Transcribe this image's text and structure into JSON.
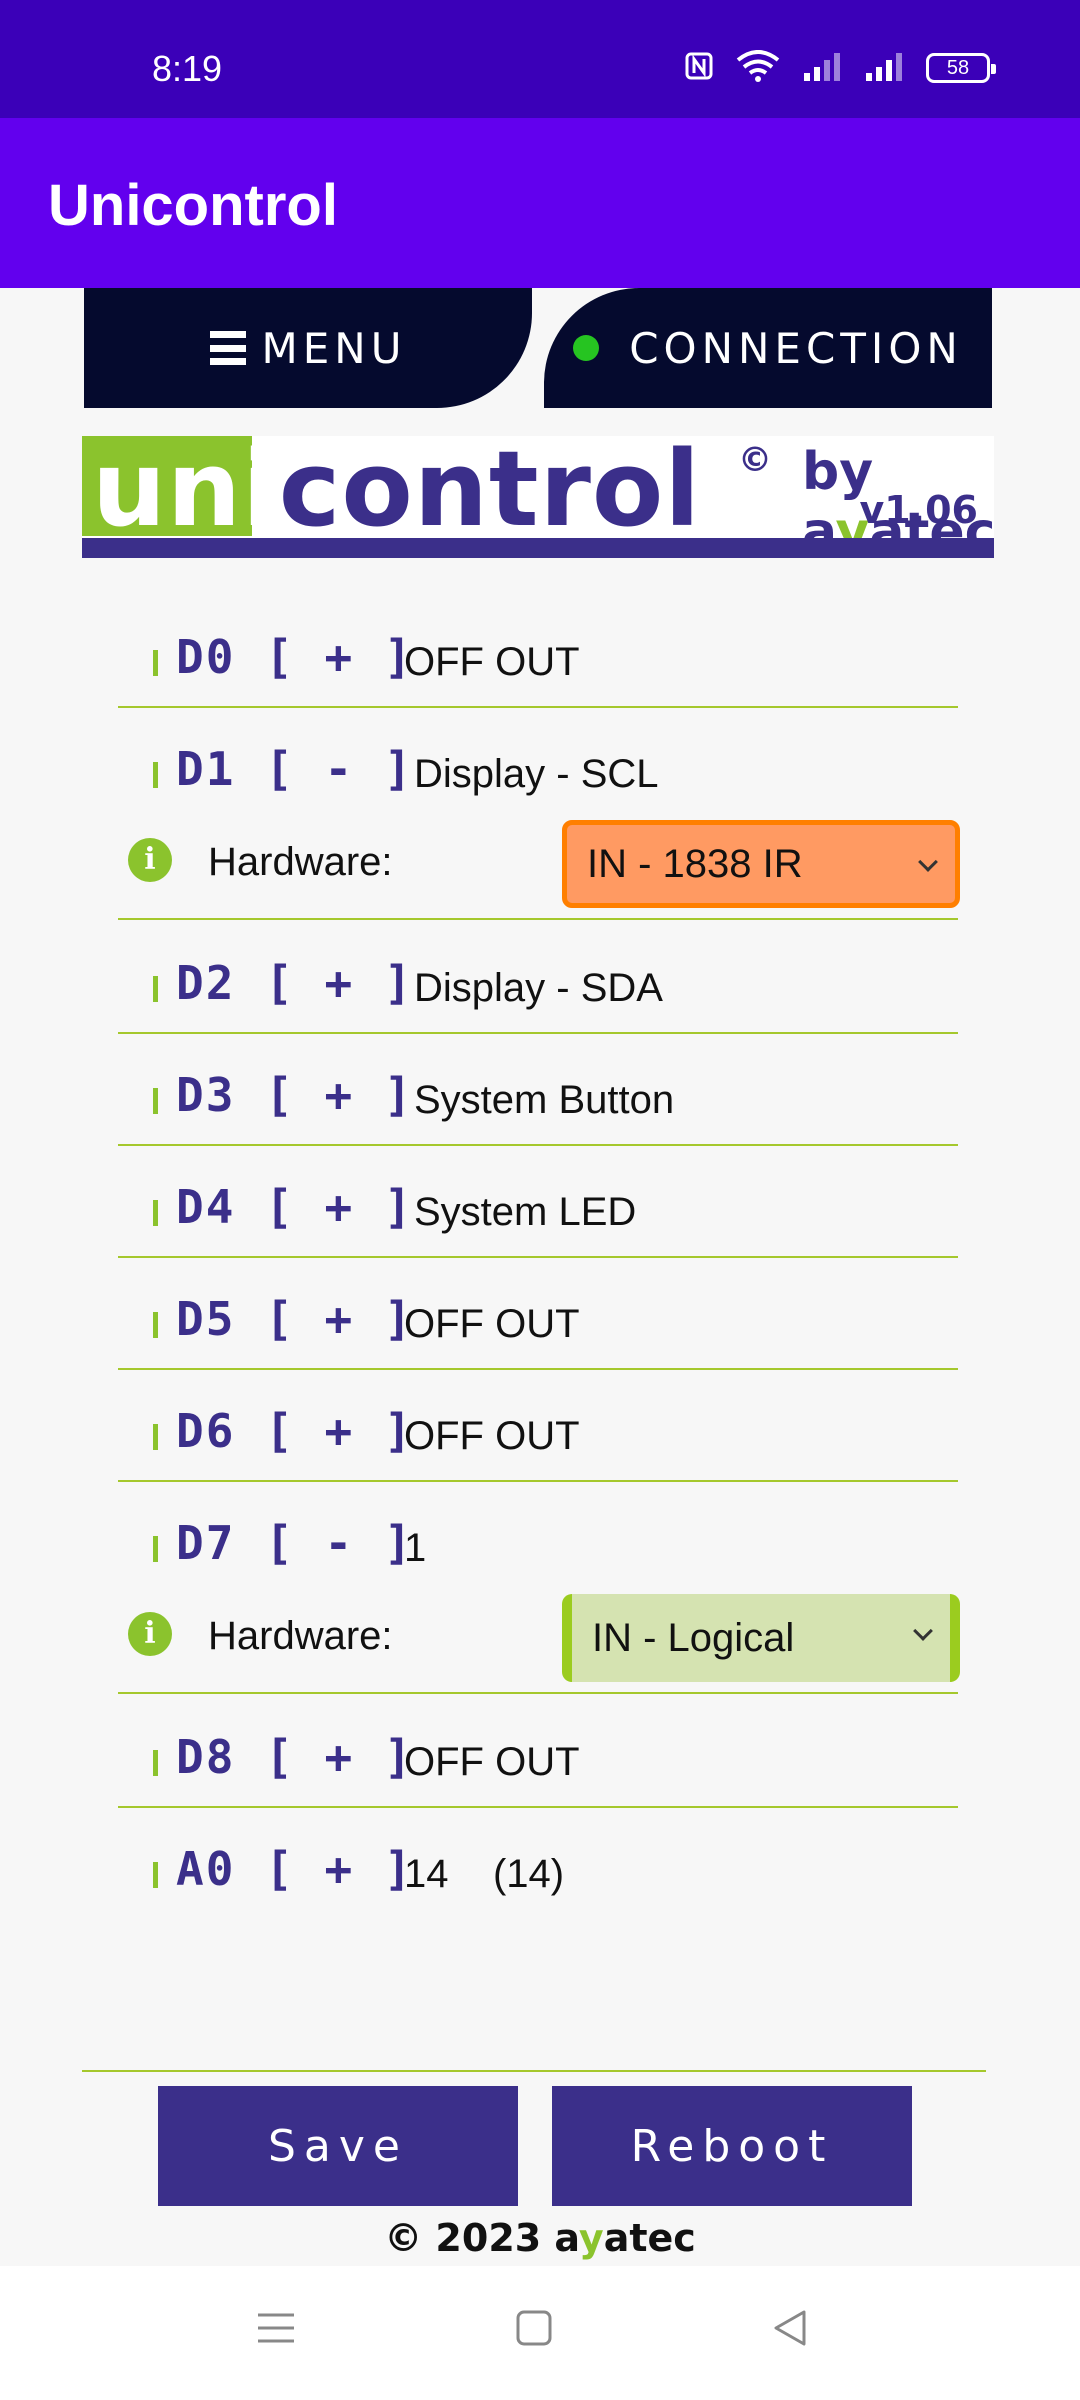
{
  "status_bar": {
    "time": "8:19",
    "battery": "58",
    "icons": [
      "nfc-icon",
      "wifi-icon",
      "signal-1-icon",
      "signal-2-icon",
      "battery-icon"
    ]
  },
  "app_bar": {
    "title": "Unicontrol"
  },
  "nav": {
    "menu_label": "MENU",
    "connection_label": "CONNECTION",
    "connection_status_color": "#26c421"
  },
  "logo": {
    "brand_uni": "uni",
    "brand_control": "control",
    "copyright": "©",
    "by_prefix": "by a",
    "by_y": "y",
    "by_suffix": "atec",
    "version": "v1.06"
  },
  "pins": [
    {
      "pin": "D0 [ + ]",
      "desc": "OFF OUT"
    },
    {
      "pin": "D1 [ - ]",
      "desc": "Display - SCL",
      "hw_label": "Hardware:",
      "hw_value": "IN - 1838 IR"
    },
    {
      "pin": "D2 [ + ]",
      "desc": "Display - SDA"
    },
    {
      "pin": "D3 [ + ]",
      "desc": "System Button"
    },
    {
      "pin": "D4 [ + ]",
      "desc": "System LED"
    },
    {
      "pin": "D5 [ + ]",
      "desc": "OFF OUT"
    },
    {
      "pin": "D6 [ + ]",
      "desc": "OFF OUT"
    },
    {
      "pin": "D7 [ - ]",
      "desc": "1",
      "hw_label": "Hardware:",
      "hw_value": "IN - Logical"
    },
    {
      "pin": "D8 [ + ]",
      "desc": "OFF OUT"
    },
    {
      "pin": "A0 [ + ]",
      "desc": "14    (14)"
    }
  ],
  "buttons": {
    "save": "Save",
    "reboot": "Reboot"
  },
  "footer": {
    "prefix": "© 2023 a",
    "y": "y",
    "suffix": "atec"
  },
  "colors": {
    "status_bar": "#3b00b8",
    "app_bar": "#6200ee",
    "nav": "#050a2e",
    "brand_purple": "#3b2f8a",
    "brand_green": "#8bc32d",
    "select_orange": "#ff9a62",
    "select_green": "#d5e3b1"
  },
  "system_nav": [
    "recents-icon",
    "home-icon",
    "back-icon"
  ]
}
